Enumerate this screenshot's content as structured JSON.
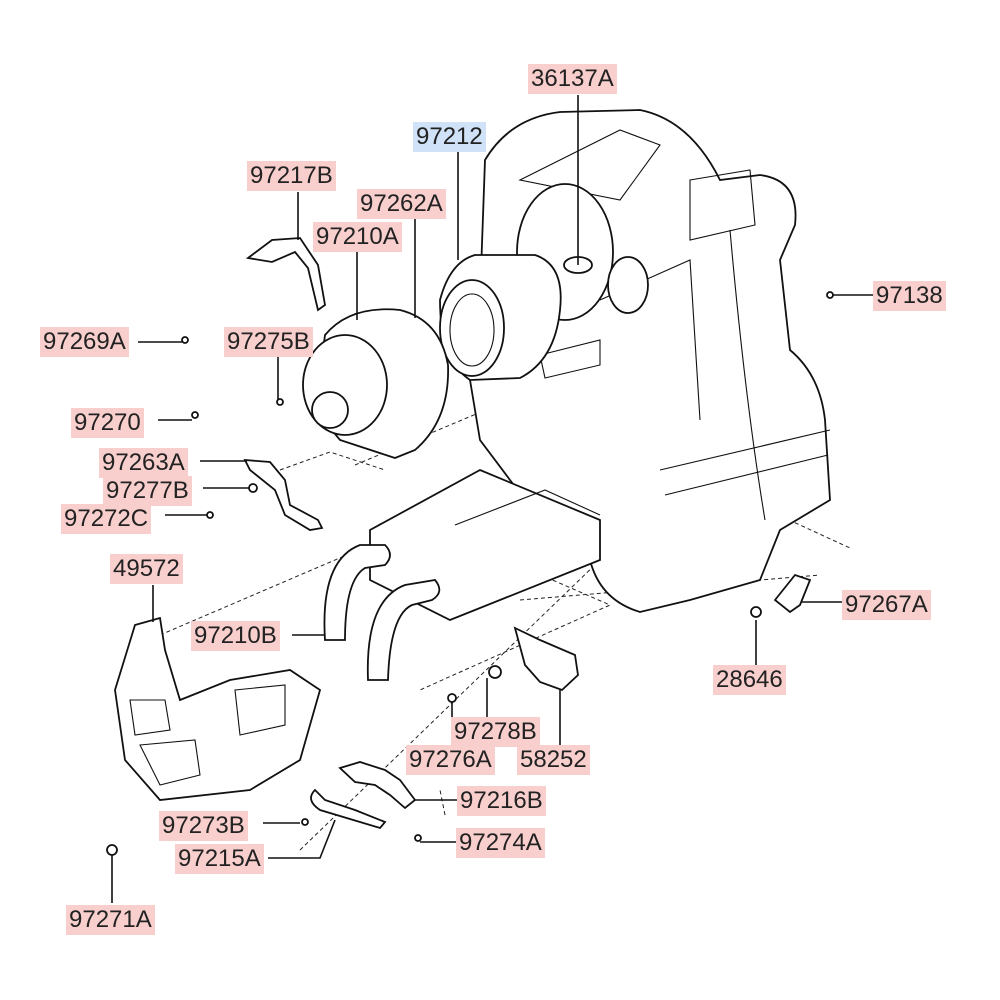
{
  "diagram": {
    "title": "Heater & blower unit exploded parts diagram",
    "colors": {
      "label_bg": "#f8cfcd",
      "highlight_bg": "#cfe2f7",
      "line": "#111111"
    },
    "labels": [
      {
        "id": "36137A",
        "text": "36137A",
        "highlighted": false
      },
      {
        "id": "97212",
        "text": "97212",
        "highlighted": true
      },
      {
        "id": "97217B",
        "text": "97217B",
        "highlighted": false
      },
      {
        "id": "97262A",
        "text": "97262A",
        "highlighted": false
      },
      {
        "id": "97210A",
        "text": "97210A",
        "highlighted": false
      },
      {
        "id": "97138",
        "text": "97138",
        "highlighted": false
      },
      {
        "id": "97269A",
        "text": "97269A",
        "highlighted": false
      },
      {
        "id": "97275B",
        "text": "97275B",
        "highlighted": false
      },
      {
        "id": "97270",
        "text": "97270",
        "highlighted": false
      },
      {
        "id": "97263A",
        "text": "97263A",
        "highlighted": false
      },
      {
        "id": "97277B",
        "text": "97277B",
        "highlighted": false
      },
      {
        "id": "97272C",
        "text": "97272C",
        "highlighted": false
      },
      {
        "id": "49572",
        "text": "49572",
        "highlighted": false
      },
      {
        "id": "97210B",
        "text": "97210B",
        "highlighted": false
      },
      {
        "id": "97267A",
        "text": "97267A",
        "highlighted": false
      },
      {
        "id": "28646",
        "text": "28646",
        "highlighted": false
      },
      {
        "id": "97278B",
        "text": "97278B",
        "highlighted": false
      },
      {
        "id": "97276A",
        "text": "97276A",
        "highlighted": false
      },
      {
        "id": "58252",
        "text": "58252",
        "highlighted": false
      },
      {
        "id": "97216B",
        "text": "97216B",
        "highlighted": false
      },
      {
        "id": "97273B",
        "text": "97273B",
        "highlighted": false
      },
      {
        "id": "97274A",
        "text": "97274A",
        "highlighted": false
      },
      {
        "id": "97215A",
        "text": "97215A",
        "highlighted": false
      },
      {
        "id": "97271A",
        "text": "97271A",
        "highlighted": false
      }
    ]
  }
}
